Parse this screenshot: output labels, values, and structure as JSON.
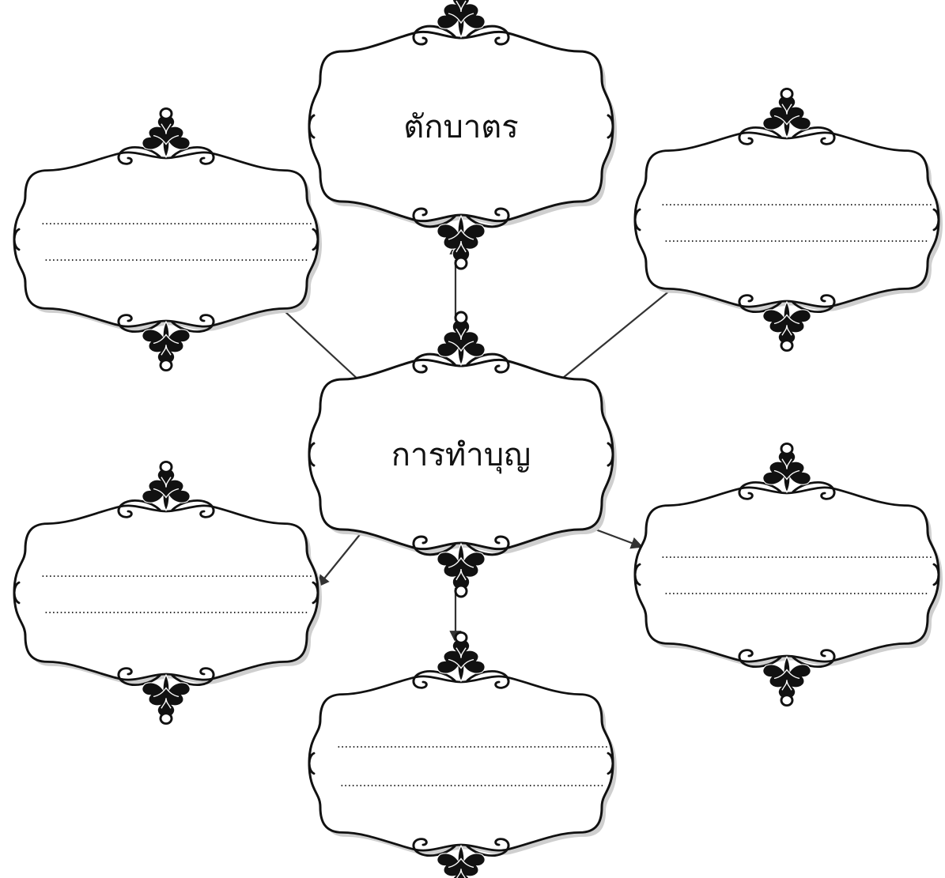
{
  "center": {
    "label": "การทำบุญ"
  },
  "nodes": [
    {
      "id": "top",
      "label": "ตักบาตร",
      "filled": true,
      "lines": []
    },
    {
      "id": "top-left",
      "label": "",
      "filled": false,
      "lines": [
        "........................................................................",
        "......................................................................"
      ]
    },
    {
      "id": "top-right",
      "label": "",
      "filled": false,
      "lines": [
        "........................................................................",
        "......................................................................"
      ]
    },
    {
      "id": "bottom-left",
      "label": "",
      "filled": false,
      "lines": [
        "........................................................................",
        "......................................................................"
      ]
    },
    {
      "id": "bottom-right",
      "label": "",
      "filled": false,
      "lines": [
        "........................................................................",
        "......................................................................"
      ]
    },
    {
      "id": "bottom",
      "label": "",
      "filled": false,
      "lines": [
        "........................................................................",
        "......................................................................"
      ]
    }
  ],
  "colors": {
    "frame_stroke": "#111111",
    "connector": "#333333",
    "background": "#ffffff"
  },
  "icons": {
    "frame_ornament": "thai-floral-ornament-icon",
    "arrowhead": "arrowhead-icon"
  }
}
